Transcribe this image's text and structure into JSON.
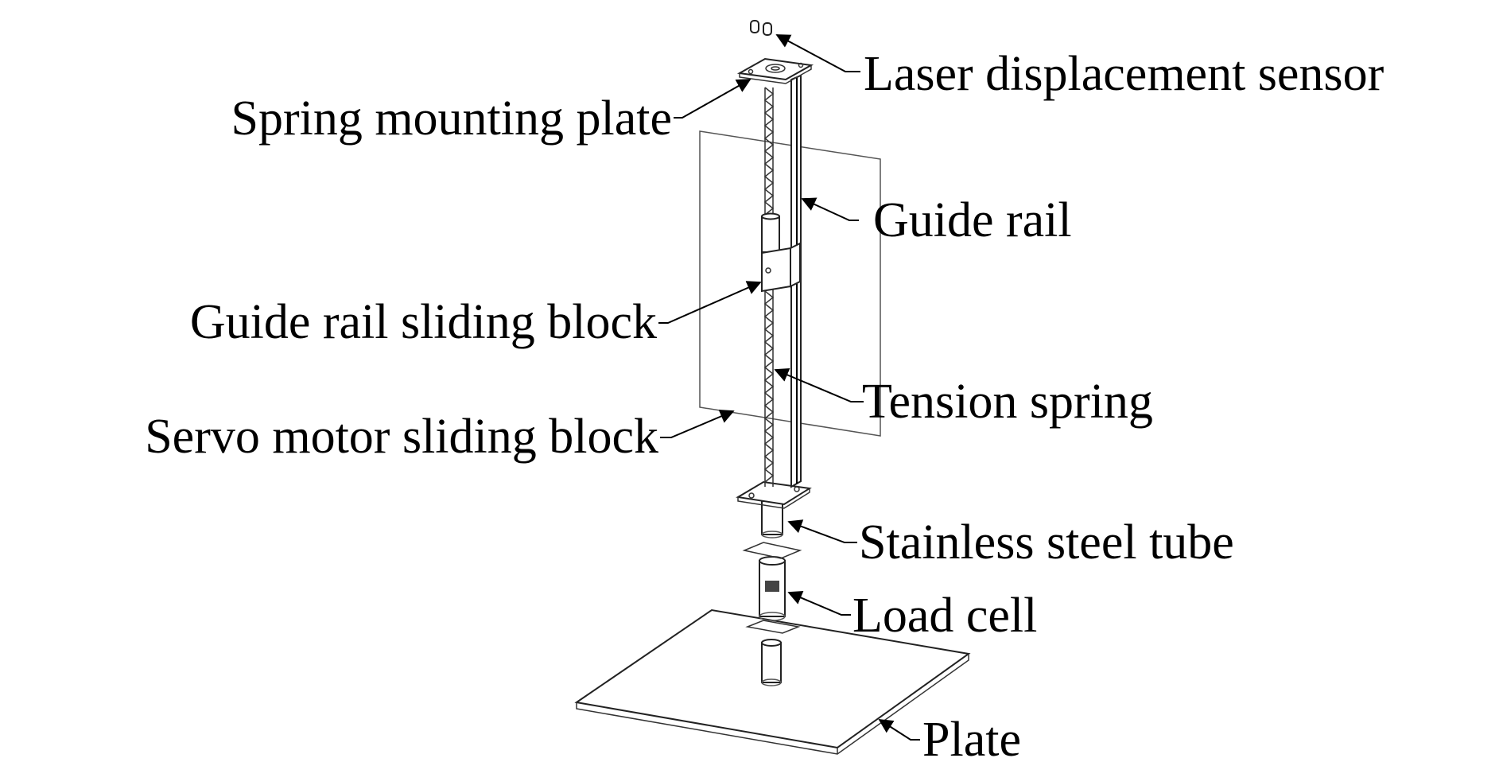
{
  "labels": {
    "laser_sensor": "Laser displacement sensor",
    "spring_mounting_plate": "Spring mounting plate",
    "guide_rail": "Guide rail",
    "guide_rail_sliding_block": "Guide rail sliding block",
    "tension_spring": "Tension spring",
    "servo_motor_sliding_block": "Servo motor sliding block",
    "stainless_steel_tube": "Stainless steel tube",
    "load_cell": "Load cell",
    "plate": "Plate"
  }
}
